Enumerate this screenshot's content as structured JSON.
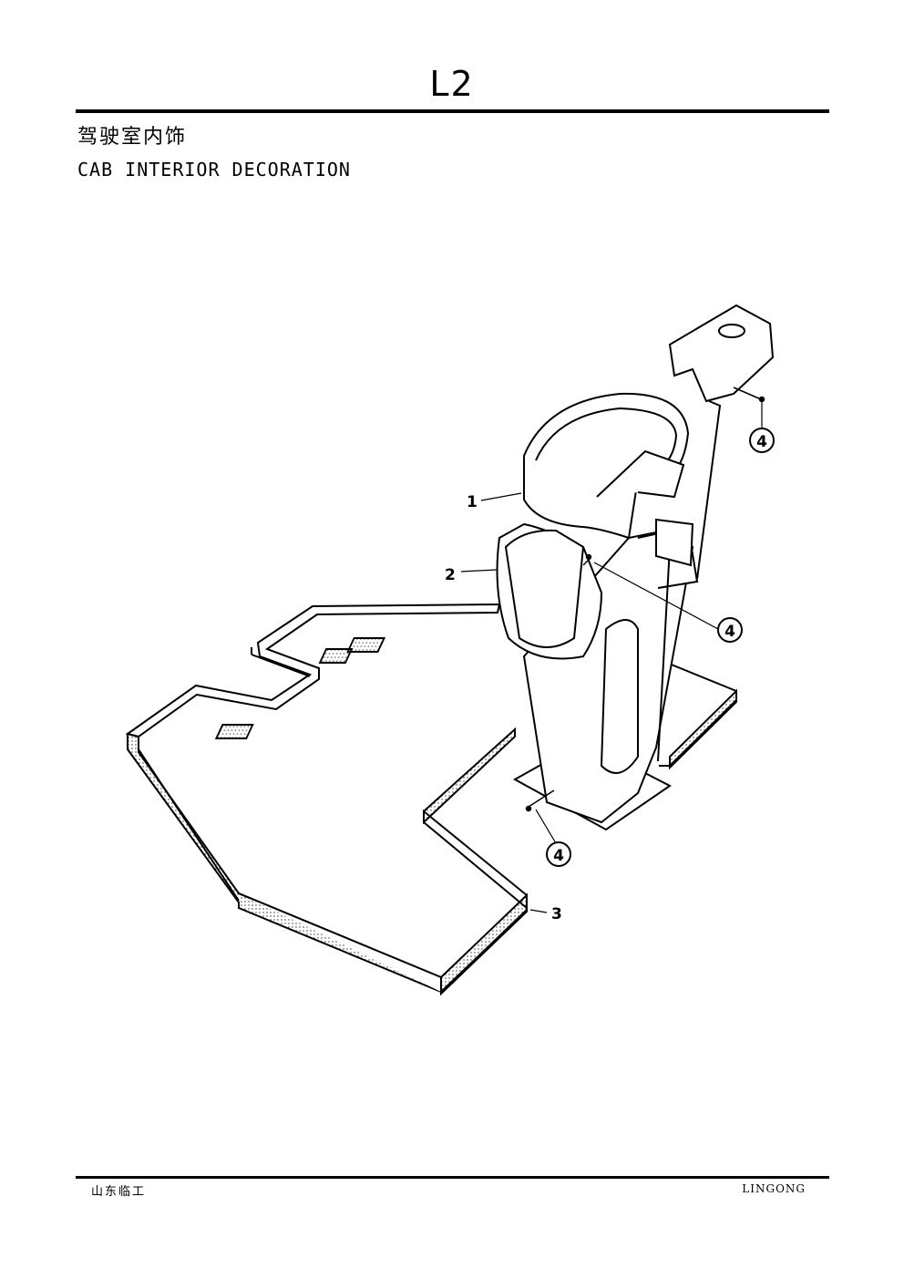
{
  "header": {
    "page_code": "L2",
    "title_cn": "驾驶室内饰",
    "title_en": "CAB INTERIOR DECORATION"
  },
  "figure": {
    "callouts": [
      {
        "id": "1",
        "label": "1"
      },
      {
        "id": "2",
        "label": "2"
      },
      {
        "id": "3",
        "label": "3"
      },
      {
        "id": "4a",
        "label": "4"
      },
      {
        "id": "4b",
        "label": "4"
      },
      {
        "id": "4c",
        "label": "4"
      }
    ]
  },
  "footer": {
    "left": "山东临工",
    "right": "LINGONG"
  }
}
